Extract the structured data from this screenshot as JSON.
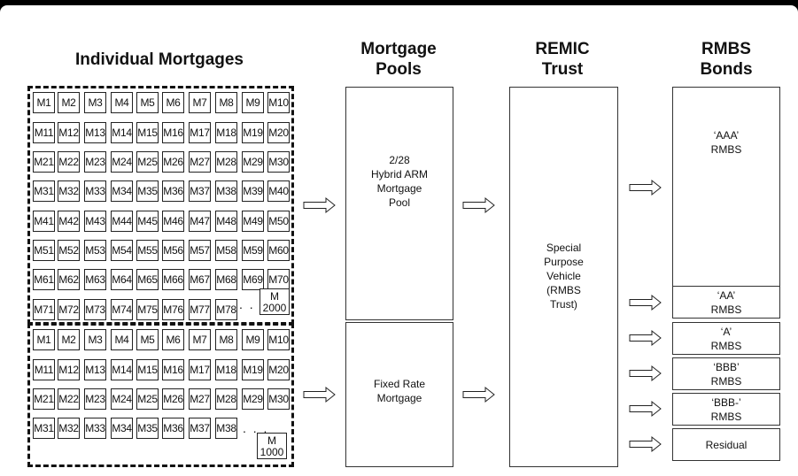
{
  "headers": {
    "individual": "Individual  Mortgages",
    "pools": "Mortgage\nPools",
    "trust": "REMIC\nTrust",
    "bonds": "RMBS\nBonds"
  },
  "group1": {
    "rows": [
      [
        "M1",
        "M2",
        "M3",
        "M4",
        "M5",
        "M6",
        "M7",
        "M8",
        "M9",
        "M10"
      ],
      [
        "M11",
        "M12",
        "M13",
        "M14",
        "M15",
        "M16",
        "M17",
        "M18",
        "M19",
        "M20"
      ],
      [
        "M21",
        "M22",
        "M23",
        "M24",
        "M25",
        "M26",
        "M27",
        "M28",
        "M29",
        "M30"
      ],
      [
        "M31",
        "M32",
        "M33",
        "M34",
        "M35",
        "M36",
        "M37",
        "M38",
        "M39",
        "M40"
      ],
      [
        "M41",
        "M42",
        "M43",
        "M44",
        "M45",
        "M46",
        "M47",
        "M48",
        "M49",
        "M50"
      ],
      [
        "M51",
        "M52",
        "M53",
        "M54",
        "M55",
        "M56",
        "M57",
        "M58",
        "M59",
        "M60"
      ],
      [
        "M61",
        "M62",
        "M63",
        "M64",
        "M65",
        "M66",
        "M67",
        "M68",
        "M69",
        "M70"
      ],
      [
        "M71",
        "M72",
        "M73",
        "M74",
        "M75",
        "M76",
        "M77",
        "M78"
      ]
    ],
    "ellipsis": ". . .",
    "last": "M\n2000"
  },
  "group2": {
    "rows": [
      [
        "M1",
        "M2",
        "M3",
        "M4",
        "M5",
        "M6",
        "M7",
        "M8",
        "M9",
        "M10"
      ],
      [
        "M11",
        "M12",
        "M13",
        "M14",
        "M15",
        "M16",
        "M17",
        "M18",
        "M19",
        "M20"
      ],
      [
        "M21",
        "M22",
        "M23",
        "M24",
        "M25",
        "M26",
        "M27",
        "M28",
        "M29",
        "M30"
      ],
      [
        "M31",
        "M32",
        "M33",
        "M34",
        "M35",
        "M36",
        "M37",
        "M38"
      ]
    ],
    "ellipsis": ". . .",
    "last": "M\n1000"
  },
  "pools": {
    "arm": "2/28\nHybrid ARM\nMortgage\nPool",
    "fixed": "Fixed Rate\nMortgage"
  },
  "trust": {
    "label": "Special\nPurpose\nVehicle\n(RMBS\nTrust)"
  },
  "bonds": [
    "‘AAA’\nRMBS",
    "‘AA’\nRMBS",
    "‘A’\nRMBS",
    "‘BBB’\nRMBS",
    "‘BBB-’\nRMBS",
    "Residual"
  ]
}
